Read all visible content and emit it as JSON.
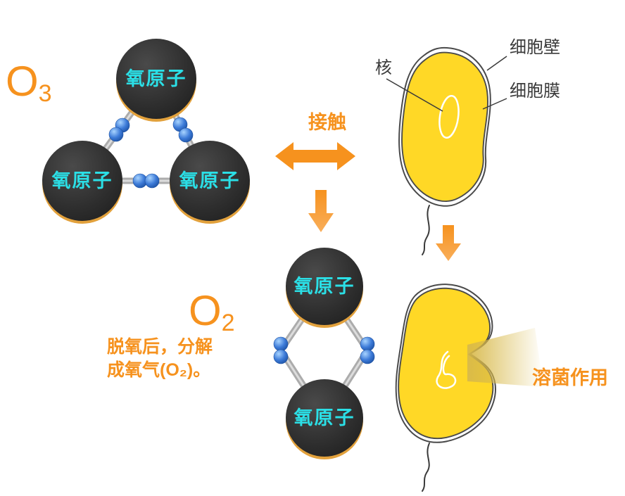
{
  "o3": {
    "symbol": "O",
    "subscript": "3"
  },
  "o2": {
    "symbol": "O",
    "subscript": "2"
  },
  "molecule": {
    "oxygen_atom": "氧原子"
  },
  "center": {
    "contact": "接触"
  },
  "cell": {
    "nucleus": "核",
    "wall": "细胞壁",
    "membrane": "细胞膜"
  },
  "o2_caption": {
    "line1": "脱氧后，分解",
    "line2": "成氧气(O₂)。"
  },
  "lysis": {
    "label": "溶菌作用"
  },
  "colors": {
    "orange": "#F6921E",
    "atom_fill": "#303030",
    "atom_rim": "#E2A13C",
    "cyan_text": "#2BDFE6",
    "cell_yellow": "#FFD826",
    "bond_blue": "#2E6FD0",
    "bond_gray": "#ACACAC",
    "outline_gray": "#4A4A4A"
  }
}
